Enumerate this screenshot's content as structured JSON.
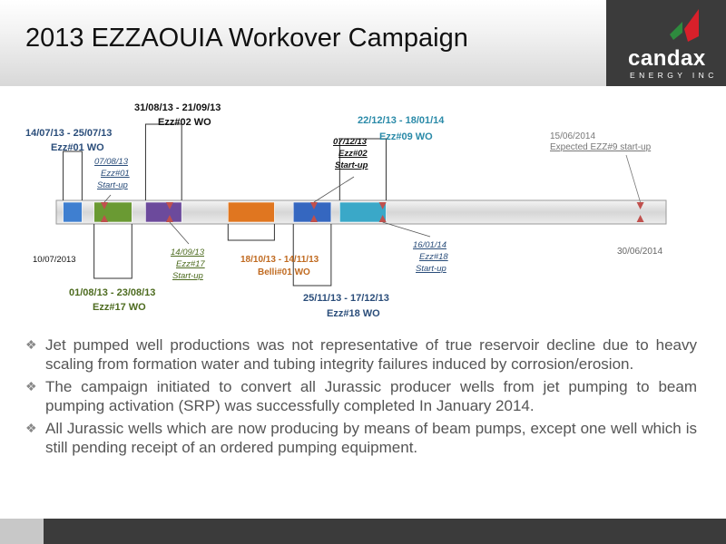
{
  "header": {
    "title": "2013 EZZAOUIA Workover Campaign",
    "logo_word": "candax",
    "logo_tagline": "ENERGY INC",
    "logo_colors": {
      "green": "#2e8b3e",
      "red": "#d8202a"
    }
  },
  "timeline": {
    "start_date": "10/07/2013",
    "end_date": "30/06/2014",
    "expected": {
      "date": "15/06/2014",
      "label": "Expected EZZ#9 start-up"
    },
    "workovers": [
      {
        "range": "14/07/13 - 25/07/13",
        "well": "Ezz#01 WO",
        "color": "#3f7fd0"
      },
      {
        "range": "01/08/13 - 23/08/13",
        "well": "Ezz#17 WO",
        "color": "#6a9a33"
      },
      {
        "range": "31/08/13 - 21/09/13",
        "well": "Ezz#02 WO",
        "color": "#6c4a9c"
      },
      {
        "range": "18/10/13 - 14/11/13",
        "well": "Belli#01 WO",
        "color": "#e07620"
      },
      {
        "range": "25/11/13 - 17/12/13",
        "well": "Ezz#18 WO",
        "color": "#3567c0"
      },
      {
        "range": "22/12/13 - 18/01/14",
        "well": "Ezz#09 WO",
        "color": "#3aa8c8"
      }
    ],
    "startups": [
      {
        "date": "07/08/13",
        "well": "Ezz#01",
        "label": "Start-up"
      },
      {
        "date": "14/09/13",
        "well": "Ezz#17",
        "label": "Start-up"
      },
      {
        "date": "07/12/13",
        "well": "Ezz#02",
        "label": "Start-up"
      },
      {
        "date": "16/01/14",
        "well": "Ezz#18",
        "label": "Start-up"
      }
    ]
  },
  "bullets": [
    "Jet pumped well productions was not representative of true reservoir decline due to heavy scaling from formation water and tubing integrity failures induced by corrosion/erosion.",
    "The campaign initiated to convert all Jurassic producer wells from jet pumping to beam pumping activation (SRP) was successfully completed In January 2014.",
    "All Jurassic wells which are now producing by means of beam pumps, except one well which is still pending receipt of an ordered pumping equipment."
  ]
}
